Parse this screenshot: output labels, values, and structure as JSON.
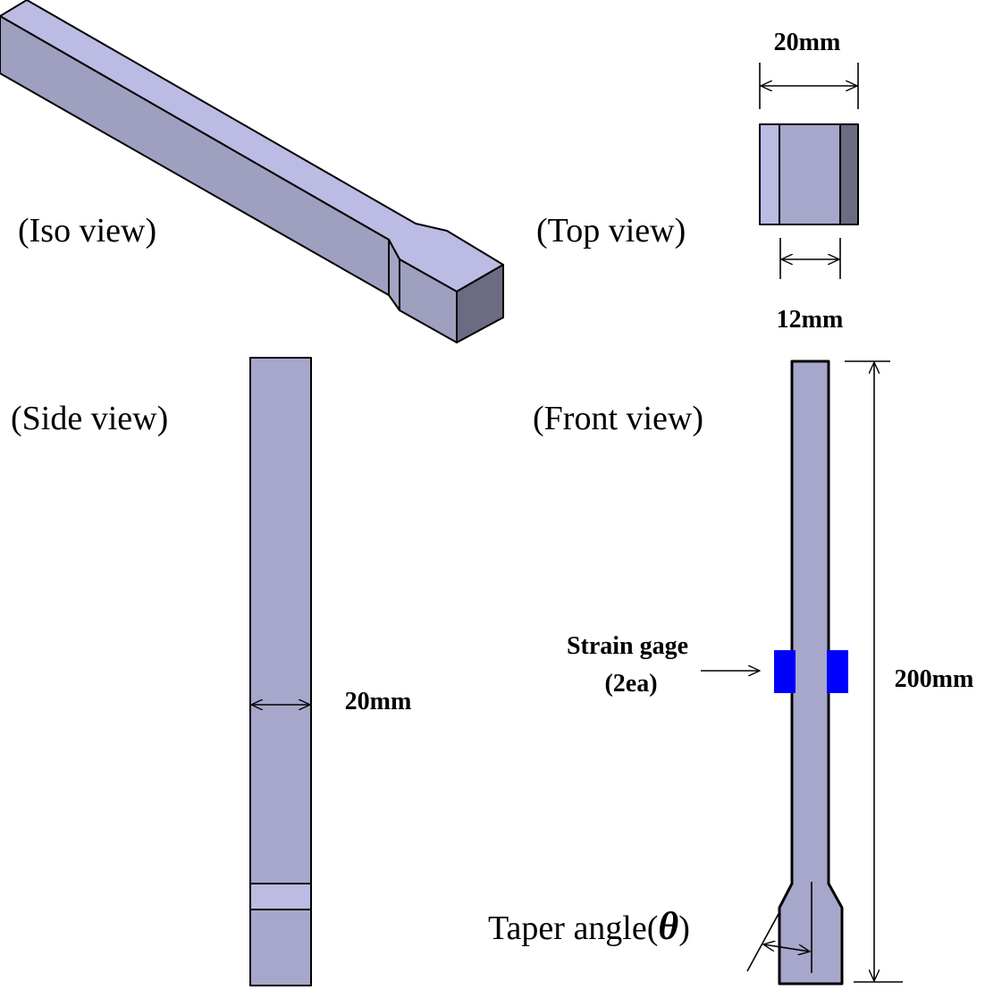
{
  "labels": {
    "iso": "(Iso view)",
    "top": "(Top view)",
    "side": "(Side view)",
    "front": "(Front view)"
  },
  "dimensions": {
    "top_width": "20mm",
    "top_inner": "12mm",
    "side_width": "20mm",
    "length": "200mm"
  },
  "annotations": {
    "strain_gage_line1": "Strain gage",
    "strain_gage_line2": "(2ea)",
    "taper": "Taper angle(",
    "theta": "θ",
    "taper_close": ")"
  },
  "colors": {
    "body": "#a7a7cb",
    "top_face": "#bbbbe3",
    "side_face": "#9f9fc0",
    "end_face": "#6b6b82",
    "gage": "#0000ff"
  }
}
